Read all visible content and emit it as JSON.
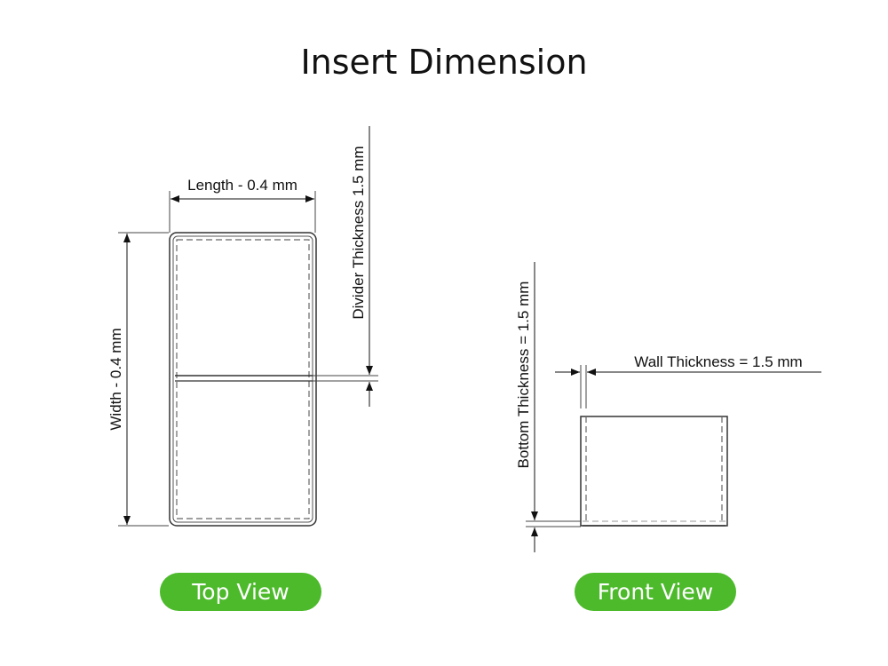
{
  "title": "Insert Dimension",
  "top_view": {
    "label": "Top View",
    "length_dim": "Length - 0.4 mm",
    "width_dim": "Width - 0.4 mm",
    "divider_dim": "Divider Thickness 1.5 mm"
  },
  "front_view": {
    "label": "Front View",
    "wall_dim": "Wall Thickness = 1.5 mm",
    "bottom_dim": "Bottom Thickness = 1.5 mm"
  },
  "colors": {
    "accent_green": "#4cba2b",
    "line": "#333333",
    "text": "#111111"
  }
}
